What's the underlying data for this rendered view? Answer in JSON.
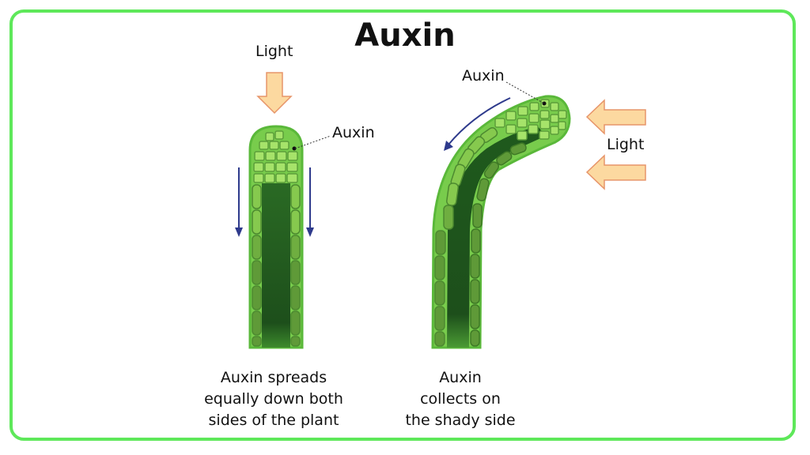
{
  "title": "Auxin",
  "left_panel": {
    "light_label": "Light",
    "auxin_label": "Auxin",
    "caption_lines": [
      "Auxin spreads",
      "equally down both",
      "sides of the plant"
    ]
  },
  "right_panel": {
    "light_label": "Light",
    "auxin_label": "Auxin",
    "caption_lines": [
      "Auxin",
      "collects on",
      "the shady side"
    ]
  },
  "colors": {
    "frame": "#5ee85a",
    "light_arrow_fill": "#fcd9a0",
    "light_arrow_stroke": "#e7956a",
    "auxin_flow_arrow": "#2e3a8c",
    "cell_light": "#9ad85a",
    "cell_dark": "#5e9a3a",
    "core": "#1f5a1d"
  }
}
